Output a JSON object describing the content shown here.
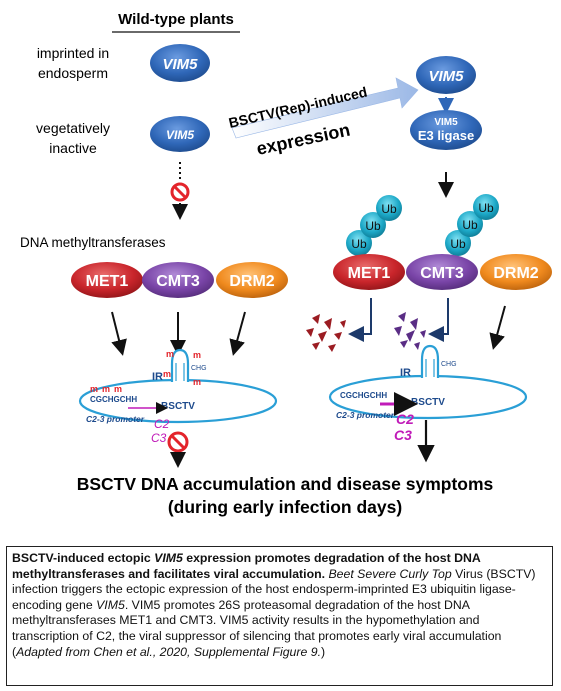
{
  "diagram": {
    "left_title": "Wild-type plants",
    "label_imprinted": [
      "imprinted in",
      "endosperm"
    ],
    "label_vegetative": [
      "vegetatively",
      "inactive"
    ],
    "vim5": "VIM5",
    "arrow_text_line1": "BSCTV(Rep)-induced",
    "arrow_text_line2": "expression",
    "e3_top": "VIM5",
    "e3_bottom": "E3 ligase",
    "dna_mt_label": "DNA methyltransferases",
    "met1": "MET1",
    "cmt3": "CMT3",
    "drm2": "DRM2",
    "ub": "Ub",
    "ir": "IR",
    "chg": "CHG",
    "m": "m",
    "bsctv": "BSCTV",
    "promoter": "C2-3 promoter",
    "cg_seq": "CGCHGCHH",
    "c2": "C2",
    "c3": "C3",
    "result_line1": "BSCTV DNA accumulation and disease symptoms",
    "result_line2": "(during early infection days)",
    "colors": {
      "vim5_blue": "#2f67b8",
      "met1_red": "#c9252b",
      "cmt3_purple": "#7a45a8",
      "drm2_orange": "#f08a1e",
      "ub_teal": "#1ca8c7",
      "dna_blue": "#2a9fd6",
      "methyl_red": "#e3242b",
      "c2_magenta": "#c01bb8"
    }
  },
  "caption": {
    "title_a": "BSCTV-induced ectopic ",
    "title_vim5": "VIM5",
    "title_b": " expression promotes degradation of the host DNA methyltransferases and facilitates viral accumulation.",
    "virus_name": "Beet Severe Curly Top",
    "body_a": " Virus (BSCTV) infection triggers the ectopic expression of the host endosperm-imprinted E3 ubiquitin ligase-encoding gene ",
    "body_vim5": "VIM5",
    "body_b": ". VIM5 promotes 26S proteasomal degradation of the host DNA methyltransferases MET1 and CMT3. VIM5 activity results in the hypomethylation and transcription of C2, the viral suppressor of silencing that promotes early viral accumulation (",
    "adapted": "Adapted from Chen et al., 2020, Supplemental Figure 9.",
    "close": ")"
  }
}
